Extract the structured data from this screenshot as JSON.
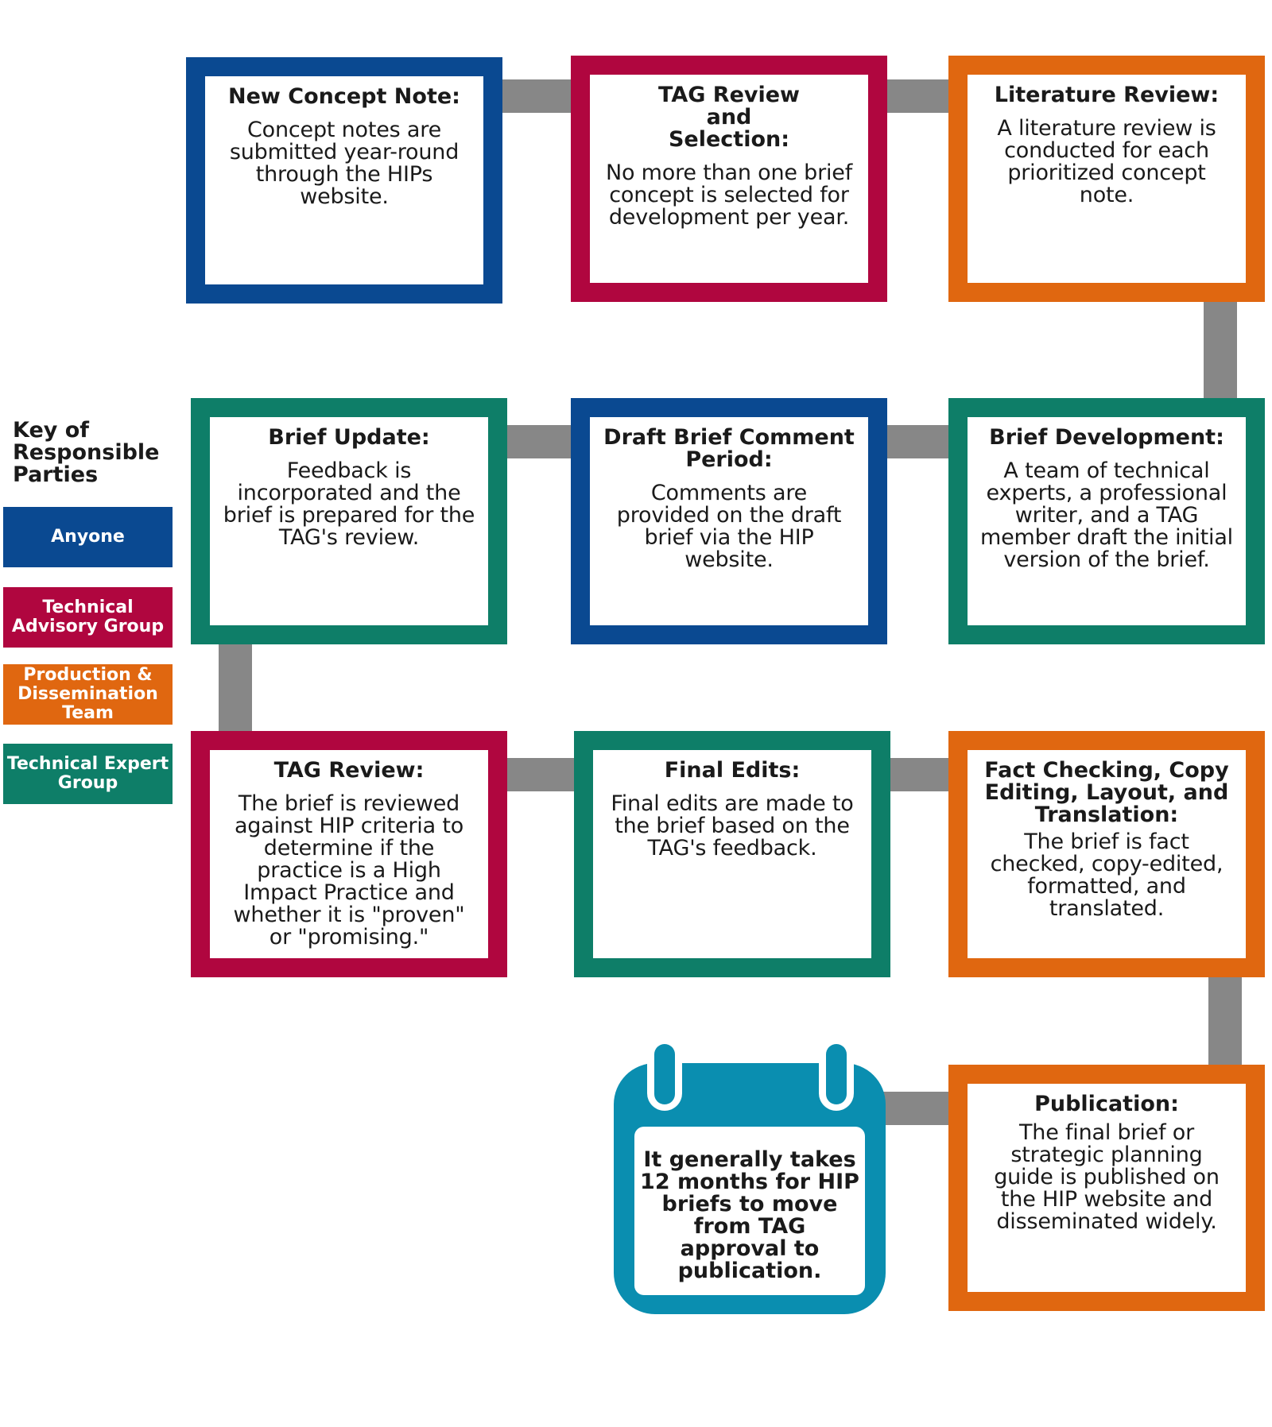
{
  "colors": {
    "anyone": "#0a4991",
    "technical_advisory_group": "#b0063f",
    "production_dissemination_team": "#e06710",
    "technical_expert_group": "#0e7e68",
    "connector": "#878787",
    "calendar": "#0a8eb0"
  },
  "key": {
    "title": "Key of Responsible Parties",
    "items": [
      {
        "label": "Anyone",
        "color": "#0a4991"
      },
      {
        "label": "Technical Advisory Group",
        "color": "#b0063f"
      },
      {
        "label": "Production & Dissemination Team",
        "color": "#e06710"
      },
      {
        "label": "Technical Expert Group",
        "color": "#0e7e68"
      }
    ]
  },
  "steps": [
    {
      "title": "New Concept Note:",
      "body": "Concept notes are submitted year-round through the HIPs website.",
      "party": "Anyone"
    },
    {
      "title": "TAG Review and Selection:",
      "body": "No more than one brief concept is selected for development per year.",
      "party": "Technical Advisory Group"
    },
    {
      "title": "Literature Review:",
      "body": "A literature review is conducted for each prioritized concept note.",
      "party": "Production & Dissemination Team"
    },
    {
      "title": "Brief Development:",
      "body": "A team of technical experts, a professional writer, and a TAG member draft the initial version of the brief.",
      "party": "Technical Expert Group"
    },
    {
      "title": "Draft Brief Comment Period:",
      "body": "Comments are provided on the draft brief via the HIP website.",
      "party": "Anyone"
    },
    {
      "title": "Brief Update:",
      "body": "Feedback is incorporated and the brief is prepared for the TAG's review.",
      "party": "Technical Expert Group"
    },
    {
      "title": "TAG Review:",
      "body": "The brief is reviewed against HIP criteria to determine if the practice is a High Impact Practice and whether it is \"proven\" or \"promising.\"",
      "party": "Technical Advisory Group"
    },
    {
      "title": "Final Edits:",
      "body": "Final edits are made to the brief based on the TAG's feedback.",
      "party": "Technical Expert Group"
    },
    {
      "title": "Fact Checking, Copy Editing, Layout, and Translation:",
      "body": "The brief is fact checked, copy-edited, formatted, and translated.",
      "party": "Production & Dissemination Team"
    },
    {
      "title": "Publication:",
      "body": "The final brief or strategic planning guide is published on the HIP website and disseminated widely.",
      "party": "Production & Dissemination Team"
    }
  ],
  "calendar": {
    "icon": "calendar-icon",
    "text": "It generally takes 12 months for HIP briefs to move from TAG approval to publication."
  }
}
